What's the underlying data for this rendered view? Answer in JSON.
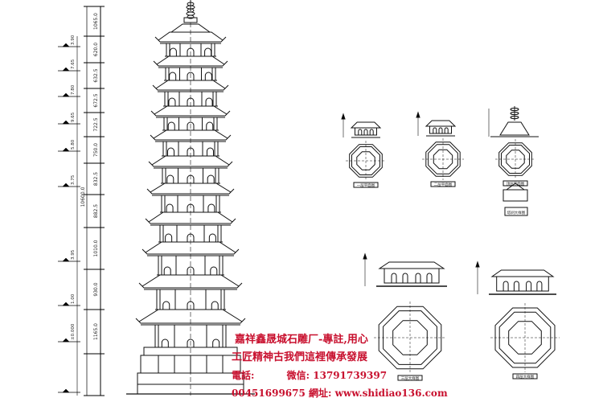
{
  "dimension_labels": {
    "elevations": [
      "3.90",
      "7.65",
      "7.80",
      "9.65",
      "5.80",
      "3.75",
      "3.95",
      "1.00",
      "±0.000"
    ],
    "segments": [
      "1065.0",
      "620.0",
      "632.5",
      "672.5",
      "722.5",
      "750.0",
      "832.5",
      "882.5",
      "1010.0",
      "930.0",
      "1165.0"
    ],
    "total_height": "10600.0"
  },
  "detail_labels": {
    "top_small_1": "一层平面图",
    "top_small_2": "二层平面图",
    "top_small_3": "顶层平面图",
    "top_small_4": "塔刹大样图",
    "bottom_large_1": "三层大样图",
    "bottom_large_2": "四层大样图"
  },
  "promo": {
    "line1": "嘉祥鑫晟城石雕厂-專註,用心",
    "line2": "工匠精神古我們這裡傳承發展",
    "phone_label": "電話:",
    "wechat_label": "微信:",
    "wechat_number": "13791739397",
    "phone2": "00451699675",
    "site_label": "網址:",
    "site": "www.shidiao136.com"
  }
}
